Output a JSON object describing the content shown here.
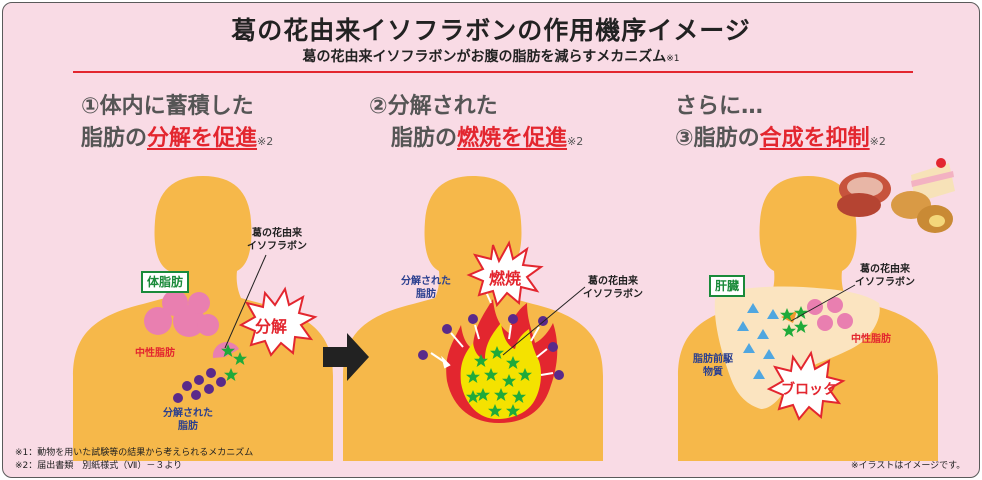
{
  "title": "葛の花由来イソフラボンの作用機序イメージ",
  "subtitle": {
    "text": "葛の花由来イソフラボンがお腹の脂肪を減らすメカニズム",
    "ref": "※1"
  },
  "panels": [
    {
      "heading_line1": "①体内に蓄積した",
      "heading_line2_prefix": "脂肪の",
      "heading_highlight": "分解を促進",
      "heading_ref": "※2",
      "box_label": "体脂肪",
      "label_fat": "中性脂肪",
      "label_isoflavone": "葛の花由来\nイソフラボン",
      "label_decomposed": "分解された\n脂肪",
      "burst": "分解"
    },
    {
      "heading_line1": "②分解された",
      "heading_line2_prefix": "脂肪の",
      "heading_highlight": "燃焼を促進",
      "heading_ref": "※2",
      "label_decomposed": "分解された\n脂肪",
      "label_isoflavone": "葛の花由来\nイソフラボン",
      "burst": "燃焼"
    },
    {
      "heading_line1": "さらに…",
      "heading_line2_prefix": "③脂肪の",
      "heading_highlight": "合成を抑制",
      "heading_ref": "※2",
      "box_label": "肝臓",
      "label_isoflavone": "葛の花由来\nイソフラボン",
      "label_fat": "中性脂肪",
      "label_precursor": "脂肪前駆\n物質",
      "burst": "ブロック"
    }
  ],
  "footnotes": [
    "※1：動物を用いた試験等の結果から考えられるメカニズム",
    "※2：届出書類　別紙様式（Ⅶ）－３より"
  ],
  "disclaimer": "※イラストはイメージです。",
  "colors": {
    "background": "#f9dbe5",
    "accent_red": "#e3262f",
    "body": "#f6b84a",
    "fat_pink": "#e97fb0",
    "fat_purple": "#5a2a8a",
    "star_green": "#1faa3a",
    "flame_yellow": "#f4e200",
    "flame_red": "#e3262f",
    "box_green": "#1a8a3a",
    "label_blue": "#2a3f8f",
    "triangle_blue": "#4fa6e0"
  }
}
